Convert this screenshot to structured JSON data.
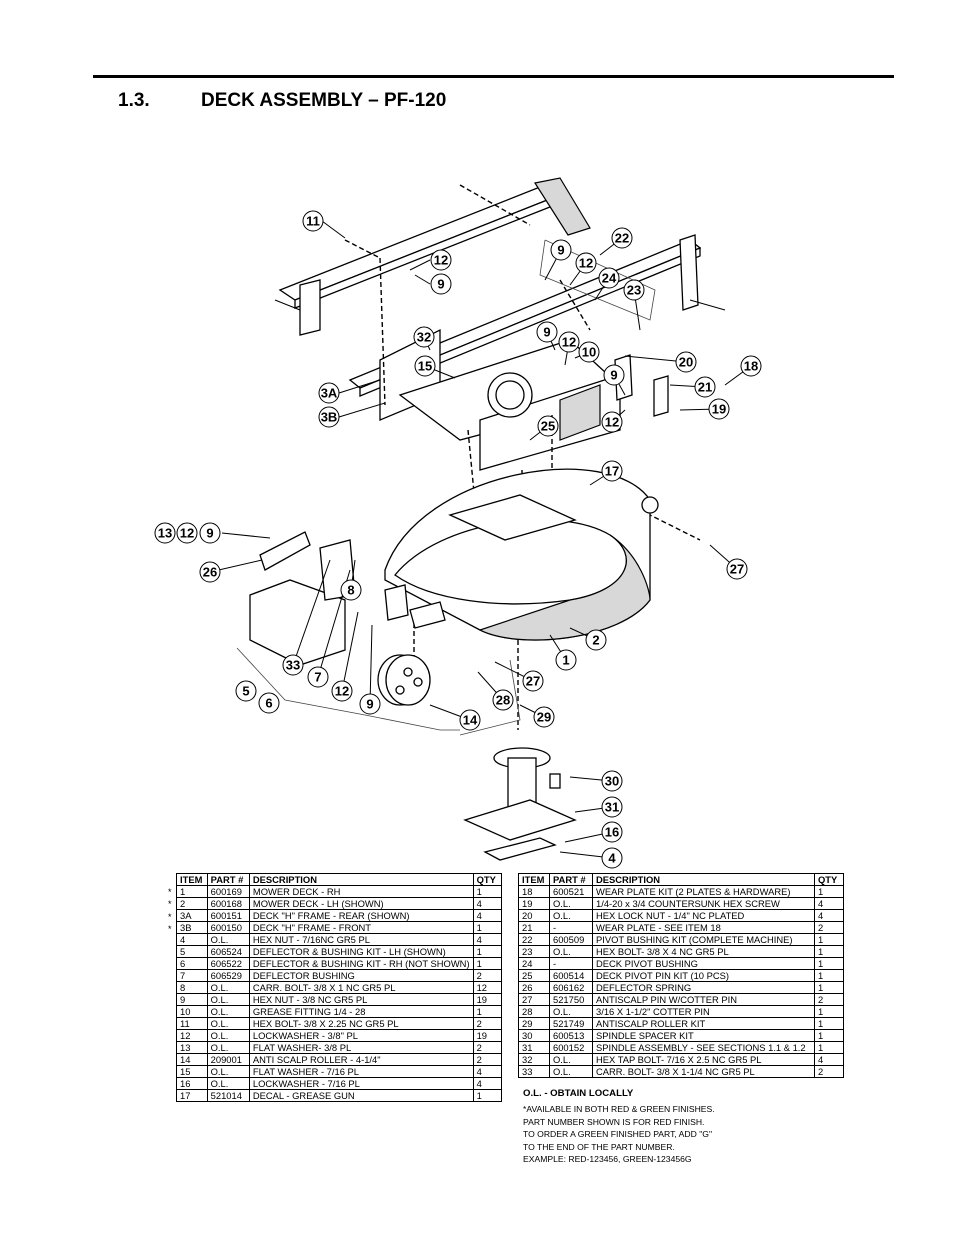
{
  "header": {
    "section_number": "1.3.",
    "section_title": "DECK ASSEMBLY – PF-120"
  },
  "callouts": [
    "11",
    "12",
    "9",
    "9",
    "22",
    "12",
    "24",
    "23",
    "32",
    "15",
    "9",
    "12",
    "10",
    "20",
    "18",
    "3A",
    "21",
    "3B",
    "9",
    "19",
    "25",
    "12",
    "17",
    "13",
    "12",
    "9",
    "26",
    "27",
    "8",
    "2",
    "1",
    "27",
    "33",
    "7",
    "5",
    "6",
    "12",
    "9",
    "28",
    "14",
    "29",
    "30",
    "31",
    "16",
    "4"
  ],
  "table_headers": [
    "ITEM",
    "PART #",
    "DESCRIPTION",
    "QTY"
  ],
  "table_left": [
    {
      "star": "*",
      "item": "1",
      "part": "600169",
      "desc": "MOWER DECK - RH",
      "qty": "1"
    },
    {
      "star": "*",
      "item": "2",
      "part": "600168",
      "desc": "MOWER DECK - LH (SHOWN)",
      "qty": "4"
    },
    {
      "star": "*",
      "item": "3A",
      "part": "600151",
      "desc": "DECK \"H\" FRAME - REAR (SHOWN)",
      "qty": "4"
    },
    {
      "star": "*",
      "item": "3B",
      "part": "600150",
      "desc": "DECK \"H\" FRAME - FRONT",
      "qty": "1"
    },
    {
      "star": "",
      "item": "4",
      "part": "O.L.",
      "desc": "HEX NUT - 7/16NC GR5 PL",
      "qty": "4"
    },
    {
      "star": "",
      "item": "5",
      "part": "606524",
      "desc": "DEFLECTOR & BUSHING KIT - LH (SHOWN)",
      "qty": "1"
    },
    {
      "star": "",
      "item": "6",
      "part": "606522",
      "desc": "DEFLECTOR & BUSHING KIT - RH (NOT SHOWN)",
      "qty": "1"
    },
    {
      "star": "",
      "item": "7",
      "part": "606529",
      "desc": "DEFLECTOR BUSHING",
      "qty": "2"
    },
    {
      "star": "",
      "item": "8",
      "part": "O.L.",
      "desc": "CARR. BOLT- 3/8 X 1 NC GR5 PL",
      "qty": "12"
    },
    {
      "star": "",
      "item": "9",
      "part": "O.L.",
      "desc": "HEX NUT - 3/8 NC GR5 PL",
      "qty": "19"
    },
    {
      "star": "",
      "item": "10",
      "part": "O.L.",
      "desc": "GREASE FITTING 1/4 - 28",
      "qty": "1"
    },
    {
      "star": "",
      "item": "11",
      "part": "O.L.",
      "desc": "HEX BOLT- 3/8 X 2.25 NC GR5 PL",
      "qty": "2"
    },
    {
      "star": "",
      "item": "12",
      "part": "O.L.",
      "desc": "LOCKWASHER - 3/8\" PL",
      "qty": "19"
    },
    {
      "star": "",
      "item": "13",
      "part": "O.L.",
      "desc": "FLAT WASHER- 3/8 PL",
      "qty": "2"
    },
    {
      "star": "",
      "item": "14",
      "part": "209001",
      "desc": "ANTI SCALP ROLLER - 4-1/4\"",
      "qty": "2"
    },
    {
      "star": "",
      "item": "15",
      "part": "O.L.",
      "desc": "FLAT WASHER - 7/16 PL",
      "qty": "4"
    },
    {
      "star": "",
      "item": "16",
      "part": "O.L.",
      "desc": "LOCKWASHER - 7/16 PL",
      "qty": "4"
    },
    {
      "star": "",
      "item": "17",
      "part": "521014",
      "desc": "DECAL - GREASE GUN",
      "qty": "1"
    }
  ],
  "table_right": [
    {
      "item": "18",
      "part": "600521",
      "desc": "WEAR PLATE KIT (2 PLATES & HARDWARE)",
      "qty": "1"
    },
    {
      "item": "19",
      "part": "O.L.",
      "desc": "1/4-20 x 3/4 COUNTERSUNK HEX SCREW",
      "qty": "4"
    },
    {
      "item": "20",
      "part": "O.L.",
      "desc": "HEX LOCK NUT - 1/4\" NC PLATED",
      "qty": "4"
    },
    {
      "item": "21",
      "part": "-",
      "desc": "WEAR PLATE - SEE ITEM 18",
      "qty": "2"
    },
    {
      "item": "22",
      "part": "600509",
      "desc": "PIVOT BUSHING KIT (COMPLETE MACHINE)",
      "qty": "1"
    },
    {
      "item": "23",
      "part": "O.L.",
      "desc": "HEX BOLT- 3/8 X 4 NC GR5 PL",
      "qty": "1"
    },
    {
      "item": "24",
      "part": "-",
      "desc": "DECK PIVOT BUSHING",
      "qty": "1"
    },
    {
      "item": "25",
      "part": "600514",
      "desc": "DECK PIVOT PIN KIT (10 PCS)",
      "qty": "1"
    },
    {
      "item": "26",
      "part": "606162",
      "desc": "DEFLECTOR SPRING",
      "qty": "1"
    },
    {
      "item": "27",
      "part": "521750",
      "desc": "ANTISCALP PIN W/COTTER PIN",
      "qty": "2"
    },
    {
      "item": "28",
      "part": "O.L.",
      "desc": "3/16 X 1-1/2\" COTTER PIN",
      "qty": "1"
    },
    {
      "item": "29",
      "part": "521749",
      "desc": "ANTISCALP ROLLER KIT",
      "qty": "1"
    },
    {
      "item": "30",
      "part": "600513",
      "desc": "SPINDLE SPACER KIT",
      "qty": "1"
    },
    {
      "item": "31",
      "part": "600152",
      "desc": "SPINDLE ASSEMBLY - SEE SECTIONS 1.1 & 1.2",
      "qty": "1"
    },
    {
      "item": "32",
      "part": "O.L.",
      "desc": "HEX TAP BOLT- 7/16 X 2.5 NC GR5 PL",
      "qty": "4"
    },
    {
      "item": "33",
      "part": "O.L.",
      "desc": "CARR. BOLT- 3/8 X 1-1/4 NC GR5 PL",
      "qty": "2"
    }
  ],
  "obtain_note": "O.L. - OBTAIN LOCALLY",
  "footnote_lines": [
    "*AVAILABLE IN BOTH RED & GREEN FINISHES.",
    "PART NUMBER SHOWN IS FOR RED FINISH.",
    "TO ORDER A GREEN FINISHED PART, ADD \"G\"",
    "TO THE END OF THE PART NUMBER.",
    "EXAMPLE: RED-123456, GREEN-123456G"
  ]
}
